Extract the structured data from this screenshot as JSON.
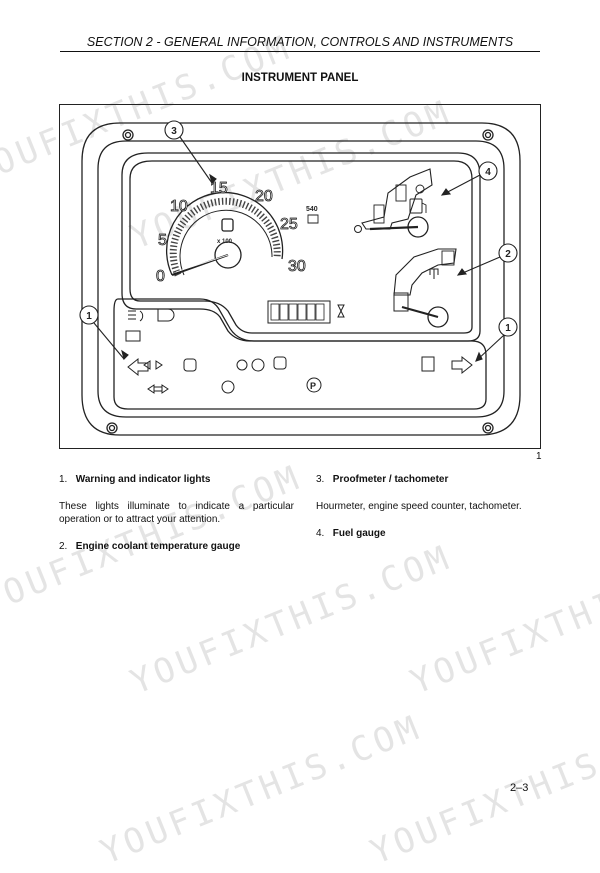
{
  "header": {
    "section_title": "SECTION 2  - GENERAL INFORMATION, CONTROLS AND INSTRUMENTS"
  },
  "figure": {
    "title": "INSTRUMENT PANEL",
    "number": "1",
    "callouts": [
      "3",
      "4",
      "2",
      "1",
      "1"
    ],
    "tach_ticks": [
      "0",
      "5",
      "10",
      "15",
      "20",
      "25",
      "30"
    ],
    "tach_multiplier": "x 100",
    "pto_rpm": "540"
  },
  "items": [
    {
      "number": "1.",
      "label": "Warning and indicator lights",
      "description": "These lights illuminate to indicate a particular operation  or to attract your attention."
    },
    {
      "number": "2.",
      "label": "Engine coolant temperature gauge"
    },
    {
      "number": "3.",
      "label": "Proofmeter / tachometer",
      "description": "Hourmeter, engine speed counter, tachometer."
    },
    {
      "number": "4.",
      "label": "Fuel gauge"
    }
  ],
  "page_number": "2–3",
  "watermarks": [
    "YOUFIXTHIS.COM"
  ]
}
